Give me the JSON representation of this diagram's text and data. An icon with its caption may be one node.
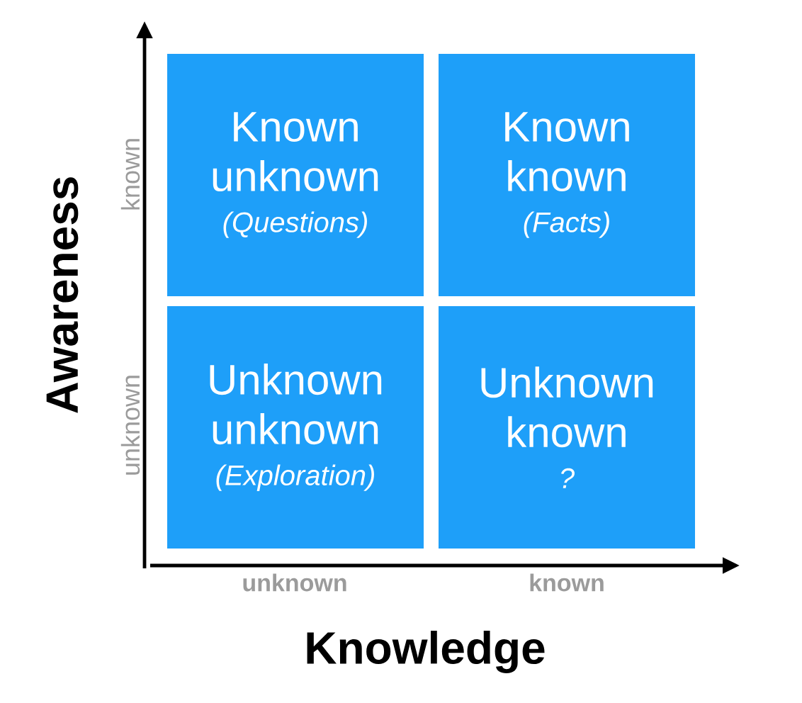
{
  "diagram": {
    "nodes": [
      {
        "text": [
          "Known unknown",
          "(Questions)"
        ]
      },
      {
        "text": [
          "Known known",
          "(Facts)"
        ]
      },
      {
        "text": [
          "Unknown unknown",
          "(Exploration)"
        ]
      },
      {
        "text": [
          "Unknown known",
          "?"
        ]
      }
    ],
    "labels": [
      "Awareness",
      "known",
      "unknown",
      "unknown",
      "known",
      "Knowledge"
    ]
  }
}
